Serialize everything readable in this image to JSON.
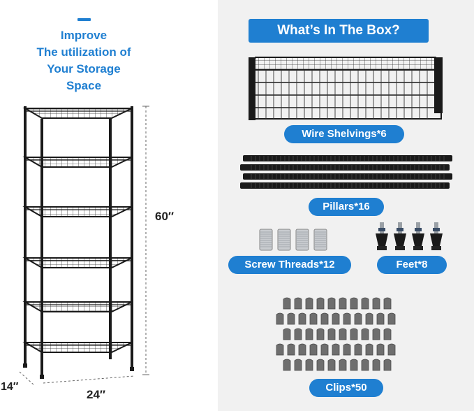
{
  "headline": {
    "lines": [
      "Improve",
      "The utilization of",
      "Your Storage",
      "Space"
    ]
  },
  "dimensions": {
    "height": "60″",
    "width": "24″",
    "depth": "14″"
  },
  "box": {
    "title": "What’s In The Box?",
    "items": [
      {
        "label": "Wire Shelvings*6",
        "icon": "wire-shelf-icon"
      },
      {
        "label": "Pillars*16",
        "icon": "pillar-icon"
      },
      {
        "label": "Screw Threads*12",
        "icon": "screw-thread-icon"
      },
      {
        "label": "Feet*8",
        "icon": "leveling-foot-icon"
      },
      {
        "label": "Clips*50",
        "icon": "shelf-clip-icon"
      }
    ]
  },
  "colors": {
    "accent": "#1f7fd1",
    "panel": "#f1f1f1",
    "metal": "#1a1a1a"
  }
}
